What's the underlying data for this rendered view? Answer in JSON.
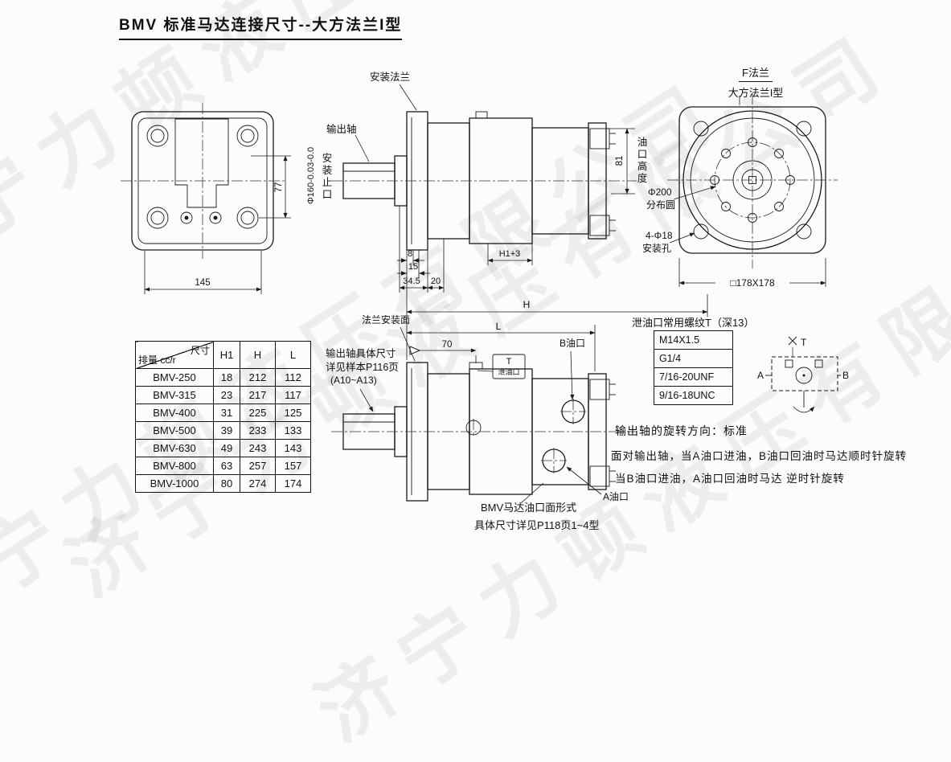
{
  "watermark": "济宁力顿液压有限公司",
  "title": "BMV 标准马达连接尺寸--大方法兰I型",
  "front_view": {
    "dim_width": "145",
    "dim_height": "77"
  },
  "side_view_top": {
    "label_mounting_flange": "安装法兰",
    "label_output_shaft": "输出轴",
    "label_pilot_dia": "Φ160-0.03-0.0",
    "label_pilot": "安装止口",
    "dim_8": "8",
    "dim_15": "15",
    "dim_34_5": "34.5",
    "dim_20": "20",
    "dim_h1_plus3": "H1+3",
    "dim_81": "81",
    "label_port_height": "油口高度",
    "dim_H": "H"
  },
  "flange_view": {
    "label_f_flange": "F法兰",
    "label_type": "大方法兰I型",
    "label_dia": "Φ200",
    "label_dist_circle": "分布圆",
    "label_holes": "4-Φ18",
    "label_mount_holes": "安装孔",
    "label_square": "□178X178"
  },
  "side_view_bottom": {
    "label_flange_face": "法兰安装面",
    "dim_L": "L",
    "dim_70": "70",
    "label_t": "T",
    "label_drain": "泄油口",
    "label_port_b": "B油口",
    "label_port_a": "A油口"
  },
  "notes": {
    "shaft_note_1": "输出轴具体尺寸",
    "shaft_note_2": "详见样本P116页",
    "shaft_note_3": "(A10~A13)",
    "port_note_1": "BMV马达油口面形式",
    "port_note_2": "具体尺寸详见P118页1~4型"
  },
  "size_table": {
    "header_size": "尺寸",
    "header_disp": "排量 cc/r",
    "col_h1": "H1",
    "col_h": "H",
    "col_l": "L",
    "rows": [
      {
        "model": "BMV-250",
        "h1": "18",
        "h": "212",
        "l": "112"
      },
      {
        "model": "BMV-315",
        "h1": "23",
        "h": "217",
        "l": "117"
      },
      {
        "model": "BMV-400",
        "h1": "31",
        "h": "225",
        "l": "125"
      },
      {
        "model": "BMV-500",
        "h1": "39",
        "h": "233",
        "l": "133"
      },
      {
        "model": "BMV-630",
        "h1": "49",
        "h": "243",
        "l": "143"
      },
      {
        "model": "BMV-800",
        "h1": "63",
        "h": "257",
        "l": "157"
      },
      {
        "model": "BMV-1000",
        "h1": "80",
        "h": "274",
        "l": "174"
      }
    ]
  },
  "thread_table": {
    "title": "泄油口常用螺纹T（深13）",
    "options": [
      "M14X1.5",
      "G1/4",
      "7/16-20UNF",
      "9/16-18UNC"
    ]
  },
  "schematic": {
    "label_a": "A",
    "label_b": "B",
    "label_t": "T"
  },
  "rotation": {
    "line1": "输出轴的旋转方向：标准",
    "line2": "面对输出轴，当A油口进油，B油口回油时马达顺时针旋转",
    "line3": "当B油口进油，A油口回油时马达 逆时针旋转"
  }
}
